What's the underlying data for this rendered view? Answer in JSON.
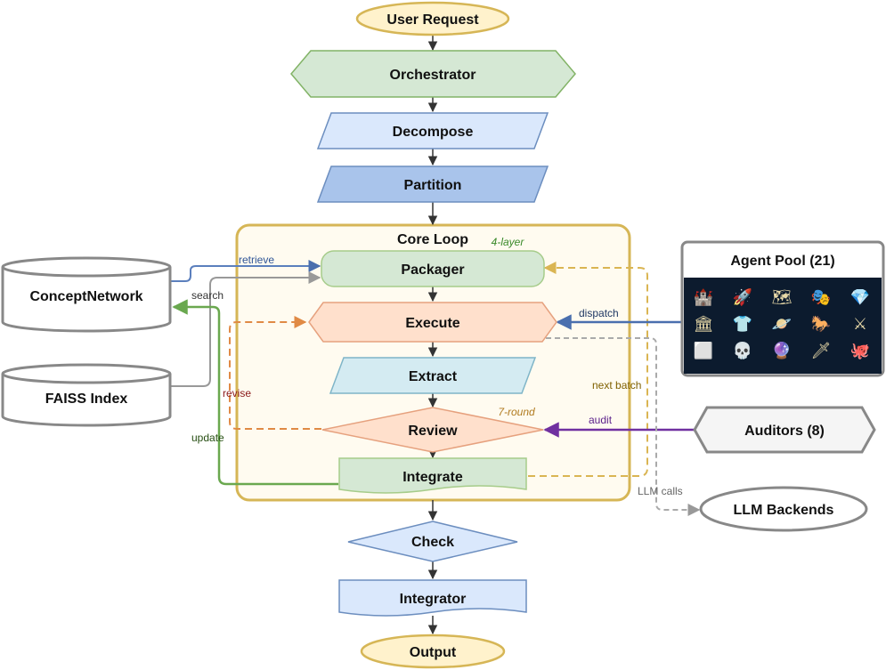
{
  "nodes": {
    "user_request": "User Request",
    "orchestrator": "Orchestrator",
    "decompose": "Decompose",
    "partition": "Partition",
    "core_loop": "Core Loop",
    "core_loop_note": "4-layer",
    "packager": "Packager",
    "execute": "Execute",
    "extract": "Extract",
    "review": "Review",
    "review_note": "7-round",
    "integrate": "Integrate",
    "check": "Check",
    "integrator": "Integrator",
    "output": "Output",
    "concept_network": "ConceptNetwork",
    "faiss_index": "FAISS Index",
    "agent_pool": "Agent Pool (21)",
    "auditors": "Auditors (8)",
    "llm_backends": "LLM Backends"
  },
  "edges": {
    "retrieve": "retrieve",
    "search": "search",
    "revise": "revise",
    "update": "update",
    "dispatch": "dispatch",
    "next_batch": "next batch",
    "audit": "audit",
    "llm_calls": "LLM calls"
  },
  "agent_pool_icons": [
    "🏰",
    "🚀",
    "🗺",
    "🎭",
    "💎",
    "🏛",
    "👕",
    "🪐",
    "🐎",
    "⚔",
    "⬜",
    "💀",
    "🔮",
    "🗡",
    "🐙"
  ],
  "colors": {
    "terminal_fill": "#fff2cc",
    "terminal_stroke": "#d6b656",
    "orchestrator_fill": "#d5e8d4",
    "orchestrator_stroke": "#82b366",
    "blue_fill": "#dae8fc",
    "blue_stroke": "#6c8ebf",
    "partition_fill": "#a9c4eb",
    "execute_fill": "#ffe0cc",
    "execute_stroke": "#e6a17e",
    "extract_fill": "#d4ebf2",
    "extract_stroke": "#7fb5c8",
    "core_fill": "#fffbf0",
    "core_stroke": "#d6b656",
    "dark_panel": "#0c1b2e",
    "gray_stroke": "#888888",
    "green_edge": "#6aa84f",
    "blue_edge": "#5b7fbd",
    "orange_edge": "#e08a45",
    "yellow_edge": "#dab553",
    "purple_edge": "#7030a0",
    "gray_edge": "#aaaaaa"
  }
}
